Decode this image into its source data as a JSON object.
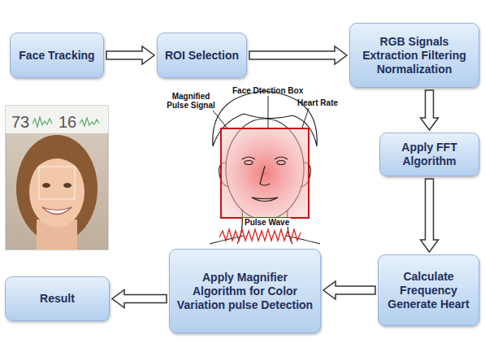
{
  "diagram": {
    "nodes": [
      {
        "text": [
          "Face Tracking"
        ]
      },
      {
        "text": [
          "ROI Selection"
        ]
      },
      {
        "text": [
          "RGB Signals Extraction Filtering Normalization"
        ]
      },
      {
        "text": [
          "Apply FFT Algorithm"
        ]
      },
      {
        "text": [
          "Calculate Frequency Generate Heart"
        ]
      },
      {
        "text": [
          "Apply Magnifier Algorithm for Color Variation pulse Detection"
        ]
      },
      {
        "text": [
          "Result"
        ]
      }
    ],
    "edges": [
      {
        "from": 0,
        "to": 1,
        "arrow": "to"
      },
      {
        "from": 1,
        "to": 2,
        "arrow": "to"
      },
      {
        "from": 2,
        "to": 3,
        "arrow": "to"
      },
      {
        "from": 3,
        "to": 4,
        "arrow": "to"
      },
      {
        "from": 4,
        "to": 5,
        "arrow": "to"
      },
      {
        "from": 5,
        "to": 6,
        "arrow": "to"
      }
    ],
    "labels": [
      "Face Dtection Box",
      "Magnified Pulse Signal",
      "Heart Rate",
      "Pulse Wave",
      "73",
      "16"
    ]
  }
}
